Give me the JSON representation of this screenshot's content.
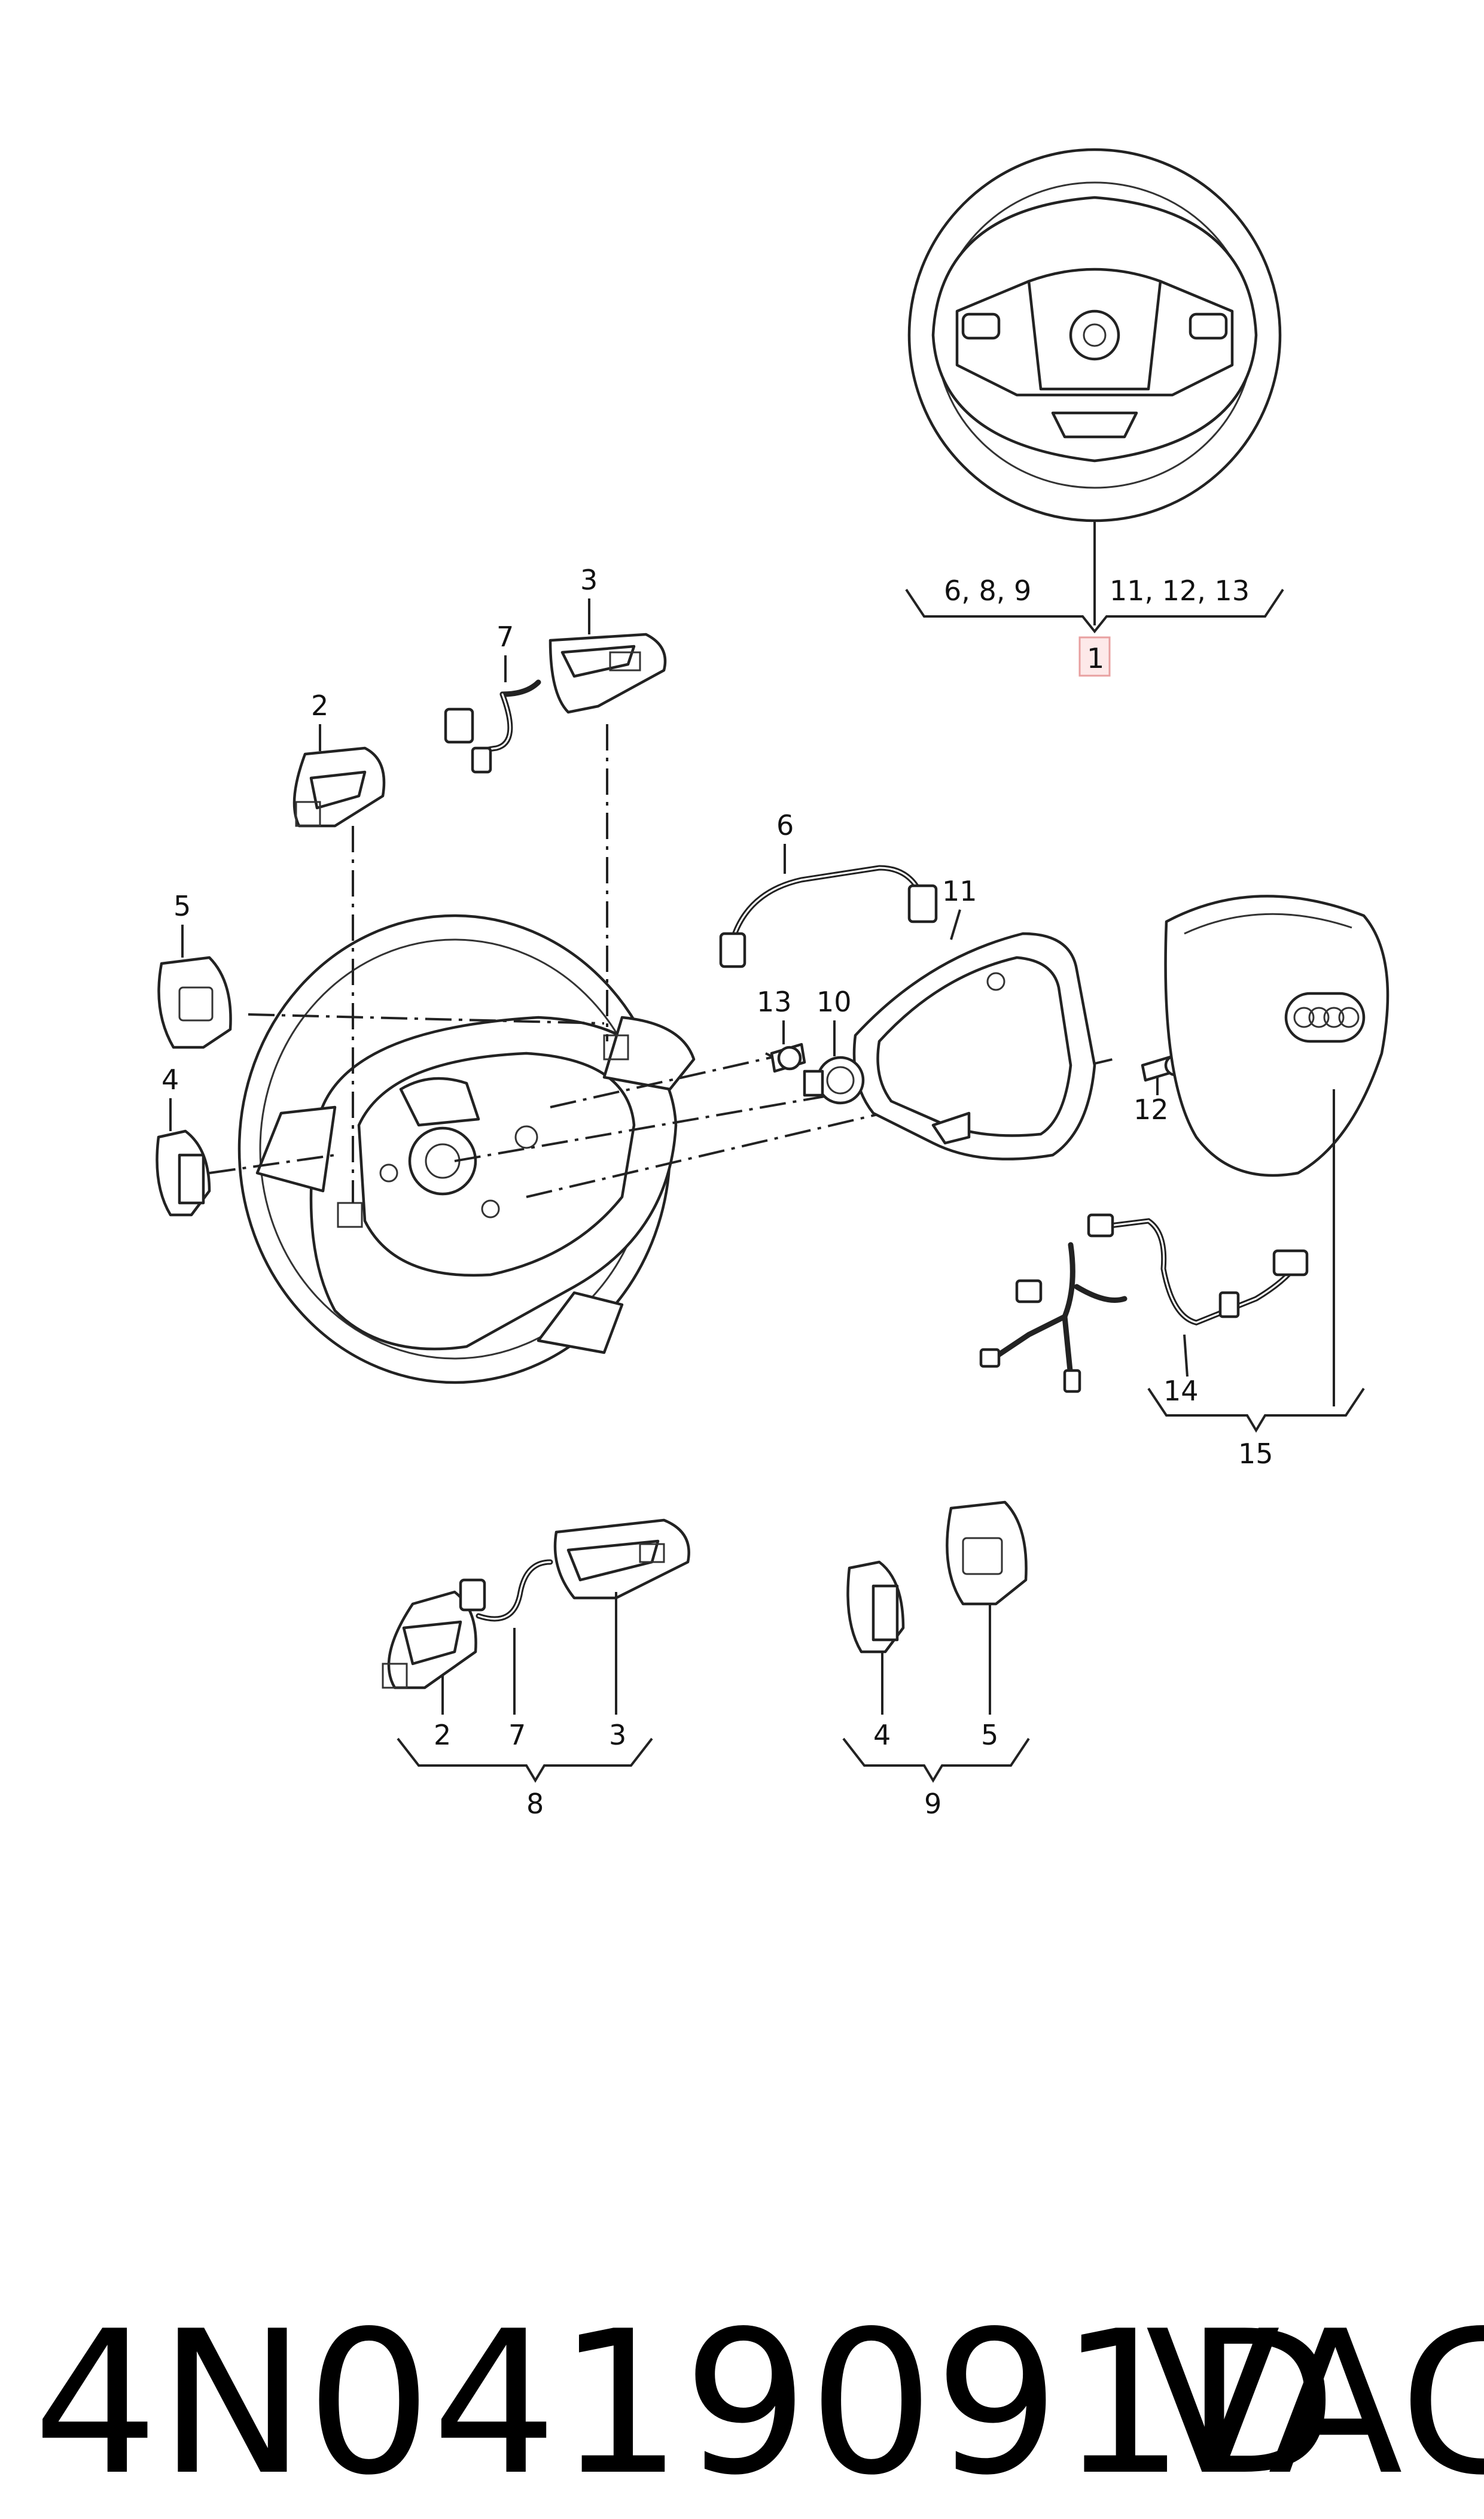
{
  "diagram": {
    "callouts": {
      "p1": "1",
      "p2": "2",
      "p3": "3",
      "p4": "4",
      "p5": "5",
      "p6": "6",
      "p7": "7",
      "p10": "10",
      "p11": "11",
      "p12": "12",
      "p13": "13",
      "p14": "14",
      "p15": "15"
    },
    "groups": {
      "g1_left": "6, 8, 9",
      "g1_right": "11, 12, 13",
      "g8_a": "2",
      "g8_b": "7",
      "g8_c": "3",
      "g8_total": "8",
      "g9_a": "4",
      "g9_b": "5",
      "g9_total": "9"
    },
    "highlight_color": "#e8a0a0"
  },
  "footer": {
    "part_number": "4N0419091D",
    "brand": "VAG"
  }
}
